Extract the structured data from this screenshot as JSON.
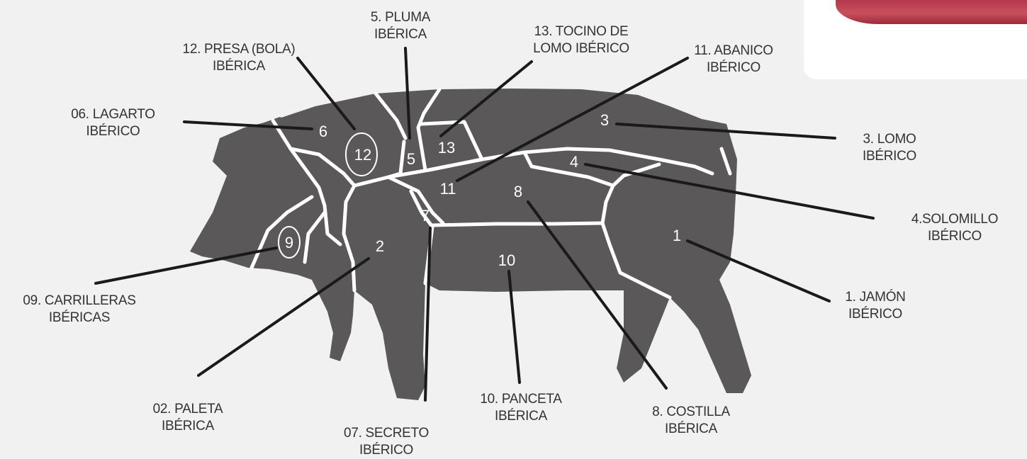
{
  "colors": {
    "body": "#5a5858",
    "seam": "#ffffff",
    "leader": "#1a1a1a",
    "text": "#333333",
    "meat": "#b4384a"
  },
  "cuts": [
    {
      "id": "jamon",
      "number": "1",
      "label": [
        "1. JAMÓN",
        "IBÉRICO"
      ]
    },
    {
      "id": "paleta",
      "number": "2",
      "label": [
        "02. PALETA",
        "IBÉRICA"
      ]
    },
    {
      "id": "lomo",
      "number": "3",
      "label": [
        "3. LOMO",
        "IBÉRICO"
      ]
    },
    {
      "id": "solomillo",
      "number": "4",
      "label": [
        "4.SOLOMILLO",
        "IBÉRICO"
      ]
    },
    {
      "id": "pluma",
      "number": "5",
      "label": [
        "5. PLUMA",
        "IBÉRICA"
      ]
    },
    {
      "id": "lagarto",
      "number": "6",
      "label": [
        "06. LAGARTO",
        "IBÉRICO"
      ]
    },
    {
      "id": "secreto",
      "number": "7",
      "label": [
        "07. SECRETO",
        "IBÉRICO"
      ]
    },
    {
      "id": "costilla",
      "number": "8",
      "label": [
        "8. COSTILLA",
        "IBÉRICA"
      ]
    },
    {
      "id": "carrilleras",
      "number": "9",
      "label": [
        "09. CARRILLERAS",
        "IBÉRICAS"
      ]
    },
    {
      "id": "panceta",
      "number": "10",
      "label": [
        "10. PANCETA",
        "IBÉRICA"
      ]
    },
    {
      "id": "abanico",
      "number": "11",
      "label": [
        "11. ABANICO",
        "IBÉRICO"
      ]
    },
    {
      "id": "presa",
      "number": "12",
      "label": [
        "12. PRESA (BOLA)",
        "IBÉRICA"
      ]
    },
    {
      "id": "tocino",
      "number": "13",
      "label": [
        "13. TOCINO DE",
        "LOMO IBÉRICO"
      ]
    }
  ]
}
